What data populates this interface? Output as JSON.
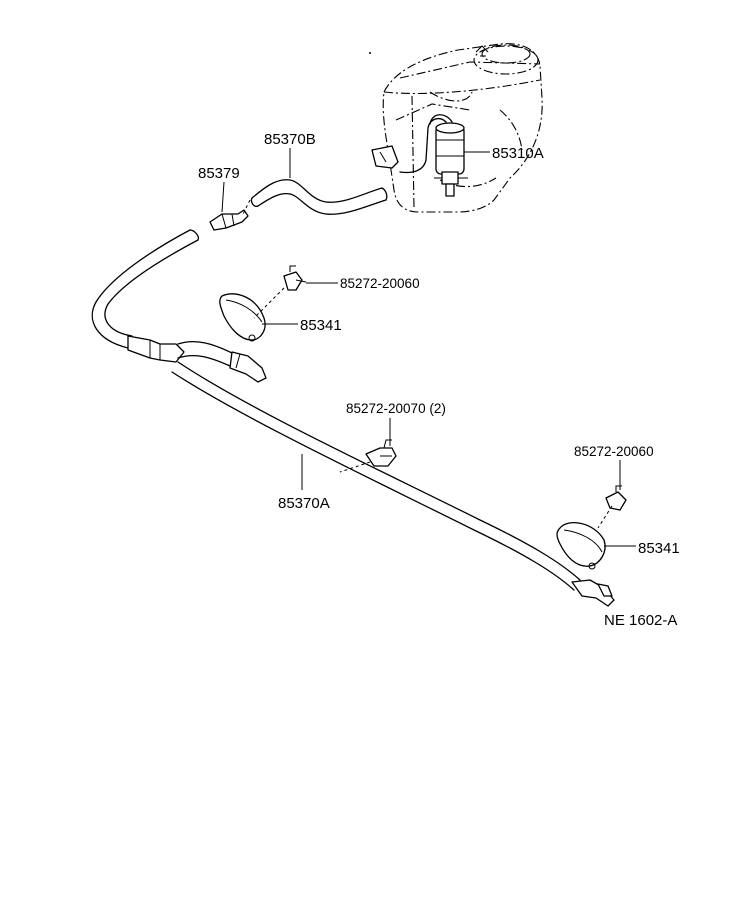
{
  "diagram": {
    "labels": {
      "tank_pump": "85310A",
      "hose_upper": "85370B",
      "connector": "85379",
      "clip_upper": "85272-20060",
      "nozzle_left": "85341",
      "clip_middle": "85272-20070 (2)",
      "hose_main": "85370A",
      "clip_right": "85272-20060",
      "nozzle_right": "85341",
      "figure_code": "NE 1602-A"
    }
  }
}
